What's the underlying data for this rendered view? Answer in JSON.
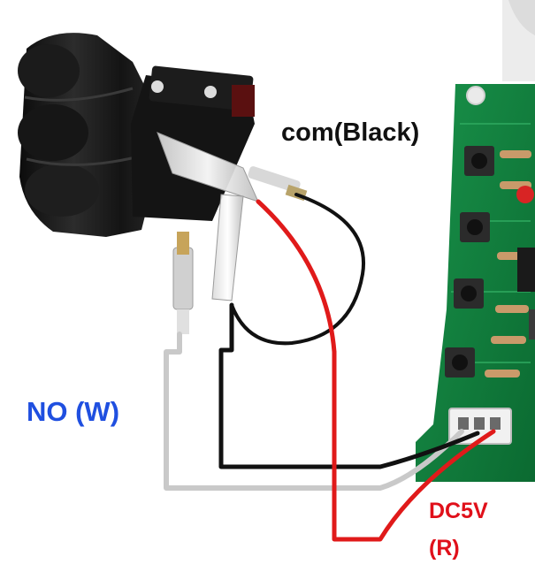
{
  "labels": {
    "com": "com(Black)",
    "no": "NO (W)",
    "dc5v": "DC5V",
    "r": "(R)"
  },
  "colors": {
    "com_text": "#111111",
    "no_text": "#1f4fe0",
    "dc_text": "#e0101a",
    "wire_red": "#e01a1a",
    "wire_black": "#111111",
    "wire_white": "#c8c8c8",
    "pcb_green": "#0f7a3a"
  },
  "icons": [
    "joystick-body",
    "micro-switch",
    "spade-connector",
    "pcb-board",
    "tact-button",
    "resistor",
    "wire-connector"
  ]
}
